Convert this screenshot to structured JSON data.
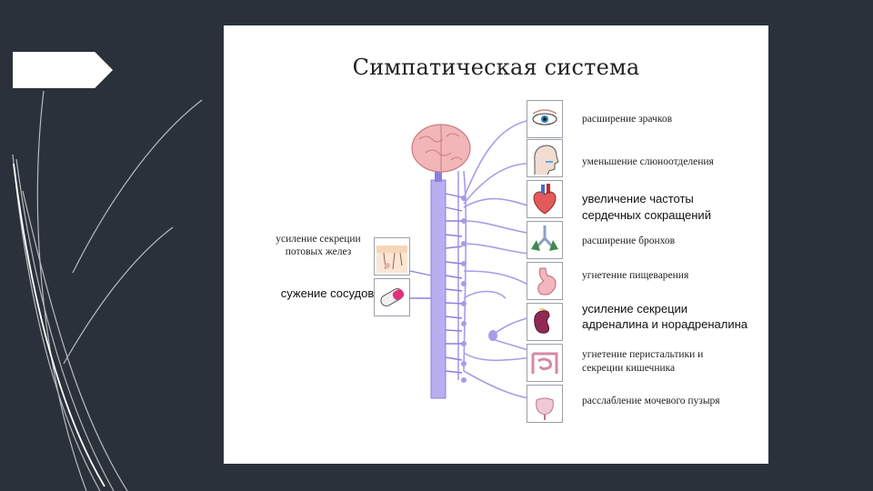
{
  "title": "Симпатическая система",
  "effects_right": [
    {
      "label": "расширение зрачков",
      "icon": "eye-icon",
      "emphasis": false
    },
    {
      "label": "уменьшение слюноотделения",
      "icon": "head-profile-icon",
      "emphasis": false
    },
    {
      "label": "увеличение частоты сердечных сокращений",
      "line1": "увеличение частоты",
      "line2": "сердечных сокращений",
      "icon": "heart-icon",
      "emphasis": true
    },
    {
      "label": "расширение бронхов",
      "icon": "lungs-icon",
      "emphasis": false
    },
    {
      "label": "угнетение пищеварения",
      "icon": "stomach-icon",
      "emphasis": false
    },
    {
      "label": "усиление секреции адреналина и норадреналина",
      "line1": "усиление секреции",
      "line2": "адреналина и норадреналина",
      "icon": "kidney-icon",
      "emphasis": true
    },
    {
      "label": "угнетение перистальтики и секреции кишечника",
      "line1": "угнетение перистальтики и",
      "line2": "секреции кишечника",
      "icon": "intestine-icon",
      "emphasis": false
    },
    {
      "label": "расслабление мочевого пузыря",
      "icon": "bladder-icon",
      "emphasis": false
    }
  ],
  "effects_left": [
    {
      "label": "усиление секреции потовых желез",
      "line1": "усиление секреции",
      "line2": "потовых желез",
      "icon": "skin-gland-icon",
      "emphasis": false
    },
    {
      "label": "сужение сосудов",
      "icon": "blood-vessel-icon",
      "emphasis": true
    }
  ],
  "colors": {
    "background": "#2b313a",
    "card": "#ffffff",
    "nerve": "#a99be8",
    "brain": "#f2b5b8"
  }
}
